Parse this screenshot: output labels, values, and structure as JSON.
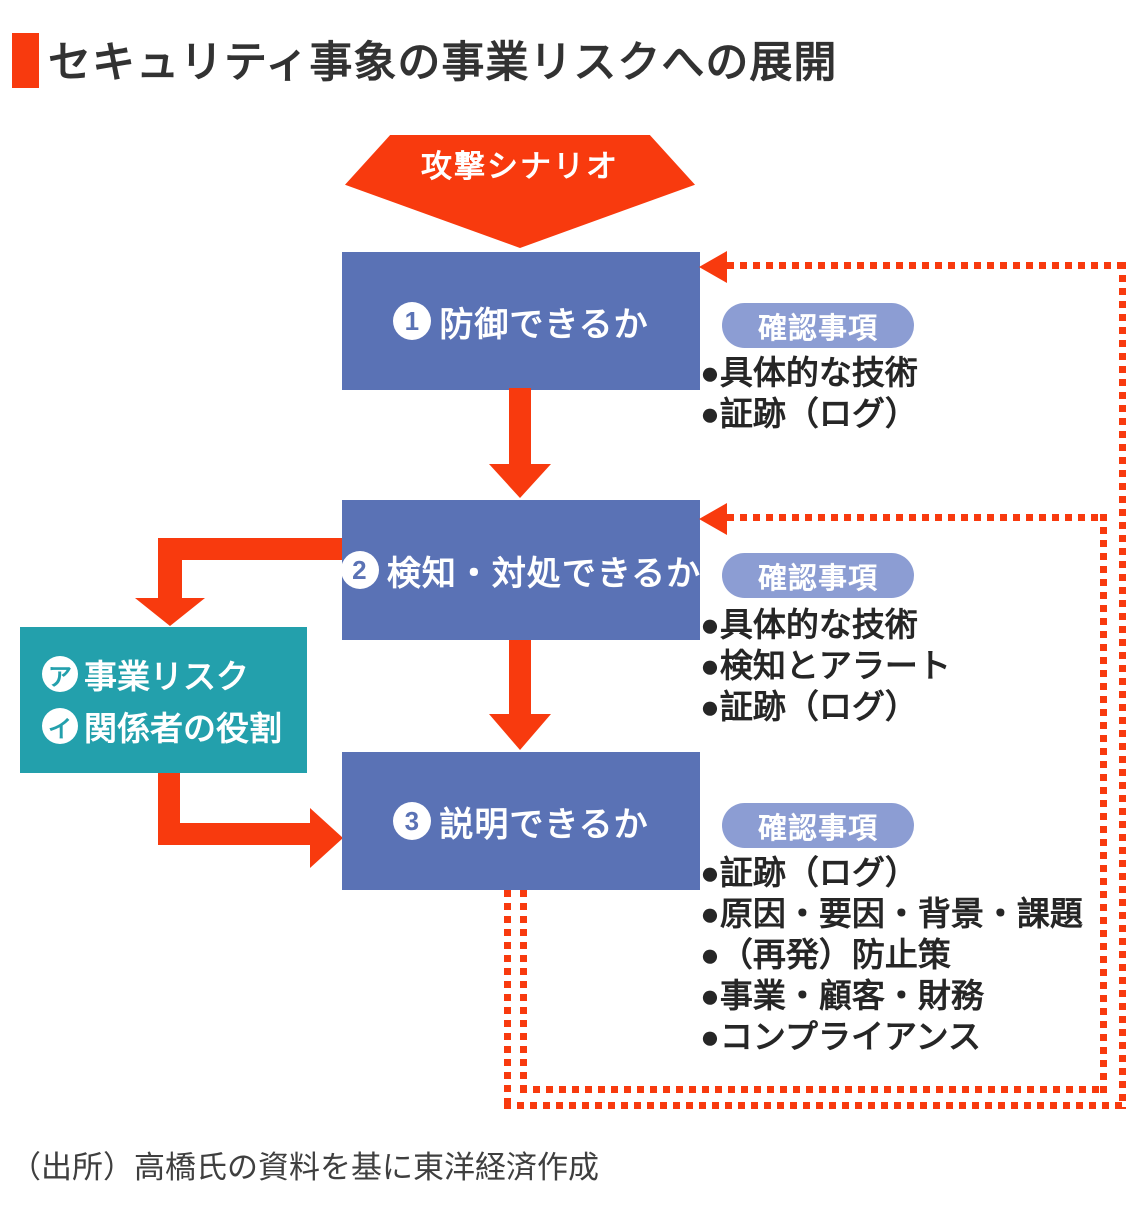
{
  "title": {
    "text": "セキュリティ事象の事業リスクへの展開"
  },
  "top_arrow": {
    "label": "攻撃シナリオ"
  },
  "steps": [
    {
      "num": "1",
      "label": "防御できるか",
      "check_label": "確認事項",
      "items": [
        "●具体的な技術",
        "●証跡（ログ）"
      ]
    },
    {
      "num": "2",
      "label": "検知・対処できるか",
      "check_label": "確認事項",
      "items": [
        "●具体的な技術",
        "●検知とアラート",
        "●証跡（ログ）"
      ]
    },
    {
      "num": "3",
      "label": "説明できるか",
      "check_label": "確認事項",
      "items": [
        "●証跡（ログ）",
        "●原因・要因・背景・課題",
        "●（再発）防止策",
        "●事業・顧客・財務",
        "●コンプライアンス"
      ]
    }
  ],
  "side_box": {
    "lines": [
      {
        "mark": "ア",
        "text": "事業リスク"
      },
      {
        "mark": "イ",
        "text": "関係者の役割"
      }
    ]
  },
  "source": "（出所）高橋氏の資料を基に東洋経済作成",
  "colors": {
    "accent_red": "#f83a0e",
    "box_blue": "#5a72b5",
    "pill_blue": "#8c9dd3",
    "teal": "#23a0ac",
    "text_dark": "#262626"
  }
}
